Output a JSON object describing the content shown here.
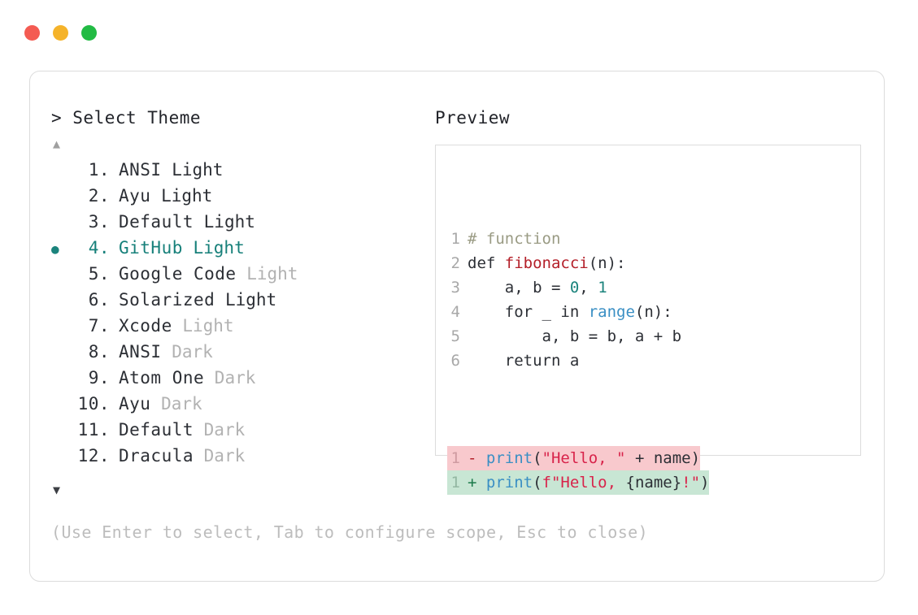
{
  "window": {
    "buttons": [
      {
        "name": "close",
        "color": "#f45b52"
      },
      {
        "name": "minimize",
        "color": "#f5b32a"
      },
      {
        "name": "maximize",
        "color": "#22bb44"
      }
    ]
  },
  "selector": {
    "prompt": "> Select Theme",
    "scroll_up": "▲",
    "scroll_down": "▼",
    "selected_index": 4,
    "bullet": "●",
    "items": [
      {
        "index": "1.",
        "name": "ANSI",
        "variant": "Light",
        "variant_muted": false,
        "selected": false
      },
      {
        "index": "2.",
        "name": "Ayu",
        "variant": "Light",
        "variant_muted": false,
        "selected": false
      },
      {
        "index": "3.",
        "name": "Default",
        "variant": "Light",
        "variant_muted": false,
        "selected": false
      },
      {
        "index": "4.",
        "name": "GitHub",
        "variant": "Light",
        "variant_muted": false,
        "selected": true
      },
      {
        "index": "5.",
        "name": "Google Code",
        "variant": "Light",
        "variant_muted": true,
        "selected": false
      },
      {
        "index": "6.",
        "name": "Solarized",
        "variant": "Light",
        "variant_muted": false,
        "selected": false
      },
      {
        "index": "7.",
        "name": "Xcode",
        "variant": "Light",
        "variant_muted": true,
        "selected": false
      },
      {
        "index": "8.",
        "name": "ANSI",
        "variant": "Dark",
        "variant_muted": true,
        "selected": false
      },
      {
        "index": "9.",
        "name": "Atom One",
        "variant": "Dark",
        "variant_muted": true,
        "selected": false
      },
      {
        "index": "10.",
        "name": "Ayu",
        "variant": "Dark",
        "variant_muted": true,
        "selected": false
      },
      {
        "index": "11.",
        "name": "Default",
        "variant": "Dark",
        "variant_muted": true,
        "selected": false
      },
      {
        "index": "12.",
        "name": "Dracula",
        "variant": "Dark",
        "variant_muted": true,
        "selected": false
      }
    ]
  },
  "preview": {
    "title": "Preview",
    "code_lines": [
      {
        "num": "1",
        "tokens": [
          {
            "t": "# function",
            "c": "tok-comment"
          }
        ]
      },
      {
        "num": "2",
        "tokens": [
          {
            "t": "def ",
            "c": "tok-kw"
          },
          {
            "t": "fibonacci",
            "c": "tok-fn"
          },
          {
            "t": "(n):",
            "c": "tok-plain"
          }
        ]
      },
      {
        "num": "3",
        "tokens": [
          {
            "t": "    a, b = ",
            "c": "tok-plain"
          },
          {
            "t": "0",
            "c": "tok-num"
          },
          {
            "t": ", ",
            "c": "tok-plain"
          },
          {
            "t": "1",
            "c": "tok-num"
          }
        ]
      },
      {
        "num": "4",
        "tokens": [
          {
            "t": "    for _ in ",
            "c": "tok-plain"
          },
          {
            "t": "range",
            "c": "tok-builtin"
          },
          {
            "t": "(n):",
            "c": "tok-plain"
          }
        ]
      },
      {
        "num": "5",
        "tokens": [
          {
            "t": "        a, b = b, a + b",
            "c": "tok-plain"
          }
        ]
      },
      {
        "num": "6",
        "tokens": [
          {
            "t": "    return a",
            "c": "tok-plain"
          }
        ]
      }
    ],
    "diff_lines": [
      {
        "num": "1",
        "sign": "-",
        "kind": "del",
        "tokens": [
          {
            "t": "print",
            "c": "tok-print"
          },
          {
            "t": "(",
            "c": "tok-plain"
          },
          {
            "t": "\"Hello, \"",
            "c": "tok-str"
          },
          {
            "t": " + name)",
            "c": "tok-plain"
          }
        ]
      },
      {
        "num": "1",
        "sign": "+",
        "kind": "add",
        "tokens": [
          {
            "t": "print",
            "c": "tok-print"
          },
          {
            "t": "(",
            "c": "tok-plain"
          },
          {
            "t": "f\"Hello, ",
            "c": "tok-str"
          },
          {
            "t": "{name}",
            "c": "tok-plain"
          },
          {
            "t": "!\"",
            "c": "tok-str"
          },
          {
            "t": ")",
            "c": "tok-plain"
          }
        ]
      }
    ]
  },
  "footer": {
    "hint": "(Use Enter to select, Tab to configure scope, Esc to close)"
  }
}
